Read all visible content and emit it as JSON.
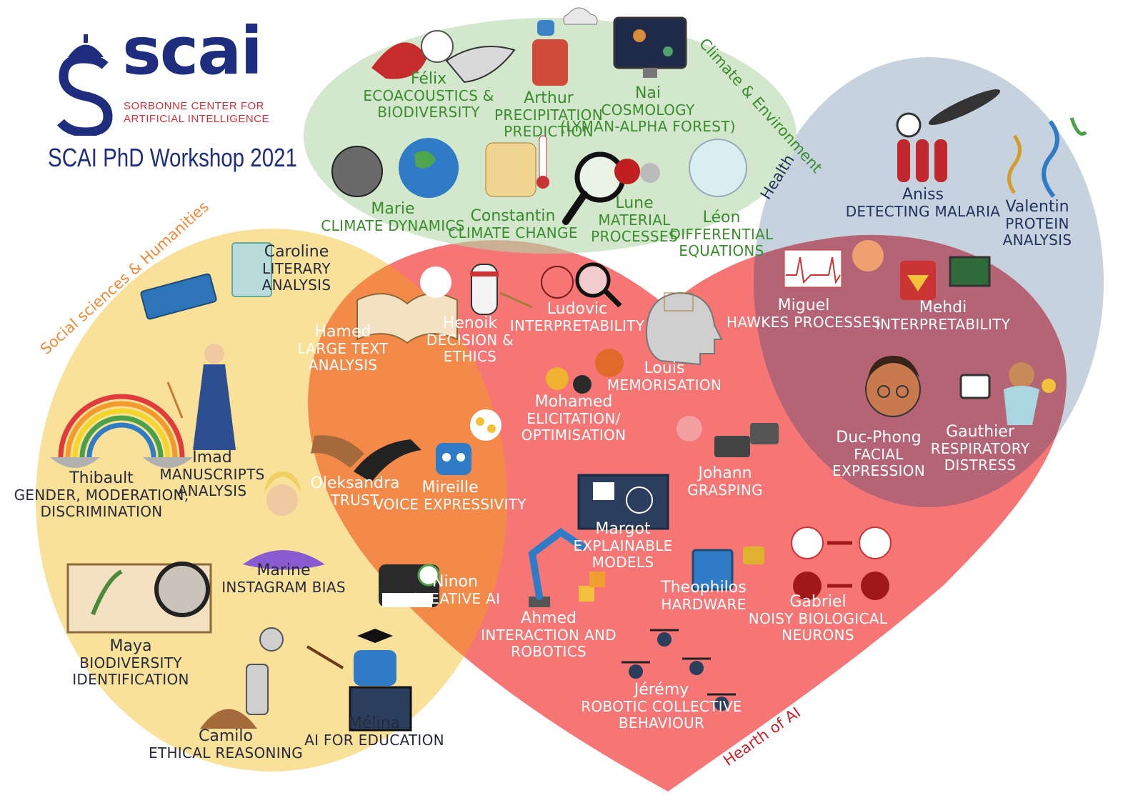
{
  "logo": {
    "word": "scai",
    "subtitle_line1": "SORBONNE CENTER FOR",
    "subtitle_line2": "ARTIFICIAL INTELLIGENCE",
    "workshop_title": "SCAI PhD Workshop 2021"
  },
  "regions": {
    "climate": {
      "title": "Climate & Environment",
      "color": "#cfe5c8"
    },
    "health": {
      "title": "Health",
      "color": "#c6d2dd"
    },
    "social": {
      "title": "Social sciences & Humanities",
      "color": "#f9e19a"
    },
    "ai": {
      "title": "Hearth of AI",
      "color": "#f57675"
    },
    "overlap_social_ai": "#f38a4a",
    "overlap_health_ai": "#b46474"
  },
  "people": {
    "felix": {
      "name": "Félix",
      "topic": [
        "ECOACOUSTICS &",
        "BIODIVERSITY"
      ]
    },
    "arthur": {
      "name": "Arthur",
      "topic": [
        "PRECIPITATION",
        "PREDICTION"
      ]
    },
    "nai": {
      "name": "Nai",
      "topic": [
        "COSMOLOGY",
        "(LYMAN-ALPHA FOREST)"
      ]
    },
    "marie": {
      "name": "Marie",
      "topic": [
        "CLIMATE DYNAMICS"
      ]
    },
    "constantin": {
      "name": "Constantin",
      "topic": [
        "CLIMATE CHANGE"
      ]
    },
    "lune": {
      "name": "Lune",
      "topic": [
        "MATERIAL",
        "PROCESSES"
      ]
    },
    "leon": {
      "name": "Léon",
      "topic": [
        "DIFFERENTIAL",
        "EQUATIONS"
      ]
    },
    "aniss": {
      "name": "Aniss",
      "topic": [
        "DETECTING MALARIA"
      ]
    },
    "valentin": {
      "name": "Valentin",
      "topic": [
        "PROTEIN",
        "ANALYSIS"
      ]
    },
    "miguel": {
      "name": "Miguel",
      "topic": [
        "HAWKES PROCESSES"
      ]
    },
    "mehdi": {
      "name": "Mehdi",
      "topic": [
        "INTERPRETABILITY"
      ]
    },
    "ducphong": {
      "name": "Duc-Phong",
      "topic": [
        "FACIAL",
        "EXPRESSION"
      ]
    },
    "gauthier": {
      "name": "Gauthier",
      "topic": [
        "RESPIRATORY",
        "DISTRESS"
      ]
    },
    "caroline": {
      "name": "Caroline",
      "topic": [
        "LITERARY",
        "ANALYSIS"
      ]
    },
    "hamed": {
      "name": "Hamed",
      "topic": [
        "LARGE TEXT",
        "ANALYSIS"
      ]
    },
    "henoik": {
      "name": "Henoik",
      "topic": [
        "DECISION &",
        "ETHICS"
      ]
    },
    "ludovic": {
      "name": "Ludovic",
      "topic": [
        "INTERPRETABILITY"
      ]
    },
    "louis": {
      "name": "Louis",
      "topic": [
        "MEMORISATION"
      ]
    },
    "mohamed": {
      "name": "Mohamed",
      "topic": [
        "ELICITATION/",
        "OPTIMISATION"
      ]
    },
    "thibault": {
      "name": "Thibault",
      "topic": [
        "GENDER, MODERATION,",
        "DISCRIMINATION"
      ]
    },
    "imad": {
      "name": "Imad",
      "topic": [
        "MANUSCRIPTS",
        "ANALYSIS"
      ]
    },
    "oleksandra": {
      "name": "Oleksandra",
      "topic": [
        "TRUST"
      ]
    },
    "mireille": {
      "name": "Mireille",
      "topic": [
        "VOICE EXPRESSIVITY"
      ]
    },
    "johann": {
      "name": "Johann",
      "topic": [
        "GRASPING"
      ]
    },
    "margot": {
      "name": "Margot",
      "topic": [
        "EXPLAINABLE",
        "MODELS"
      ]
    },
    "marine": {
      "name": "Marine",
      "topic": [
        "INSTAGRAM BIAS"
      ]
    },
    "ninon": {
      "name": "Ninon",
      "topic": [
        "CREATIVE AI"
      ]
    },
    "theophilos": {
      "name": "Theophilos",
      "topic": [
        "HARDWARE"
      ]
    },
    "gabriel": {
      "name": "Gabriel",
      "topic": [
        "NOISY BIOLOGICAL",
        "NEURONS"
      ]
    },
    "maya": {
      "name": "Maya",
      "topic": [
        "BIODIVERSITY",
        "IDENTIFICATION"
      ]
    },
    "ahmed": {
      "name": "Ahmed",
      "topic": [
        "INTERACTION AND",
        "ROBOTICS"
      ]
    },
    "jeremy": {
      "name": "Jérémy",
      "topic": [
        "ROBOTIC COLLECTIVE",
        "BEHAVIOUR"
      ]
    },
    "camilo": {
      "name": "Camilo",
      "topic": [
        "ETHICAL REASONING"
      ]
    },
    "melina": {
      "name": "Mélina",
      "topic": [
        "AI FOR EDUCATION"
      ]
    }
  },
  "illustrations": {
    "felix": "birds-icon",
    "arthur": "rain-robot-icon",
    "nai": "cosmos-monitor-icon",
    "marie": "pixel-earth-icon",
    "constantin": "map-thermometer-icon",
    "lune": "magnifier-icon",
    "leon": "glass-sphere-icon",
    "aniss": "mosquito-tubes-icon",
    "valentin": "protein-strands-icon",
    "miguel": "signal-brain-icon",
    "mehdi": "robot-board-icon",
    "ducphong": "face-icon",
    "gauthier": "patient-monitor-icon",
    "caroline": "book-map-icon",
    "hamed": "open-book-icon",
    "henoik": "robot-scales-icon",
    "ludovic": "network-magnifier-icon",
    "louis": "head-network-icon",
    "mohamed": "gears-icon",
    "thibault": "rainbow-scales-icon",
    "imad": "violinist-icon",
    "oleksandra": "handshake-icon",
    "mireille": "robot-emoji-icon",
    "johann": "robot-hand-flower-icon",
    "margot": "explain-board-icon",
    "marine": "meditation-icon",
    "ninon": "music-robot-icon",
    "theophilos": "chip-lock-icon",
    "gabriel": "neuron-dots-icon",
    "maya": "book-insect-icon",
    "ahmed": "robot-arm-icon",
    "jeremy": "drones-icon",
    "camilo": "skeleton-robot-icon",
    "melina": "teacher-robot-icon"
  }
}
